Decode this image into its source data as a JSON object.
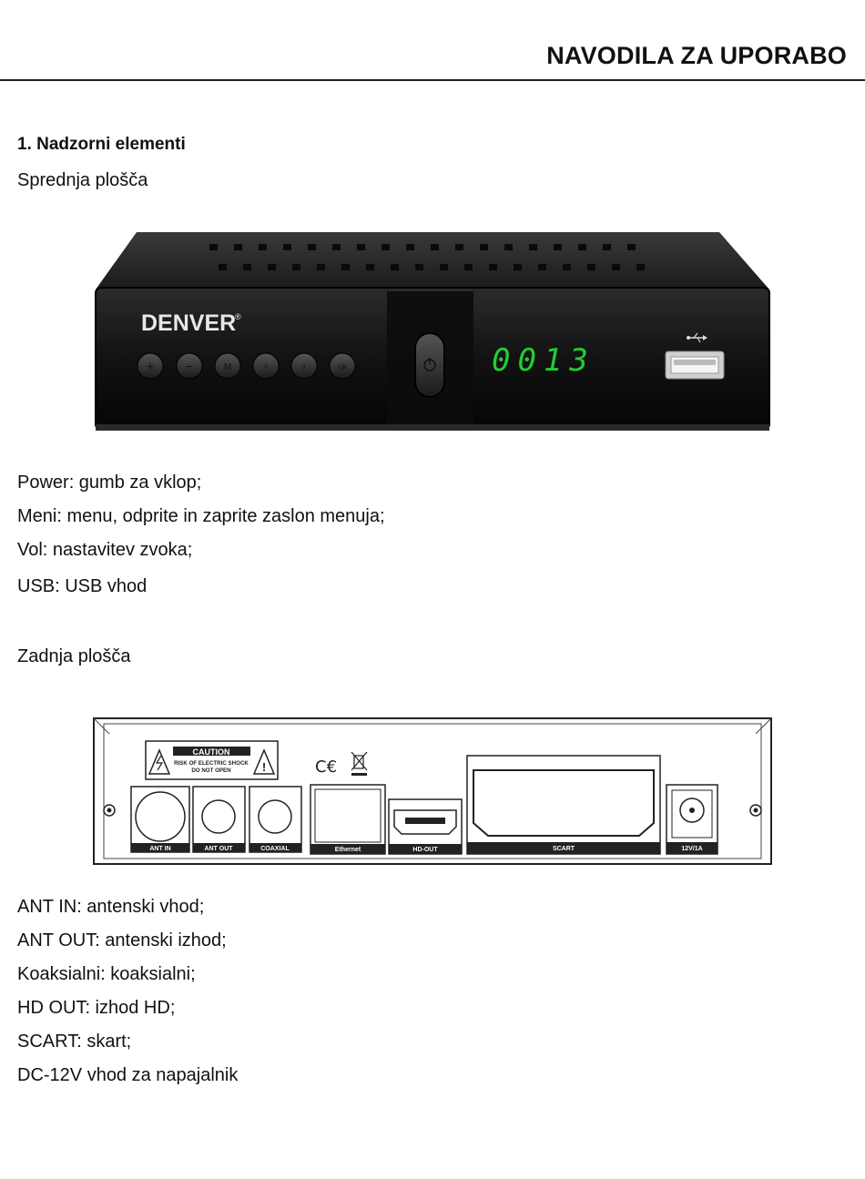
{
  "header": {
    "title": "NAVODILA ZA UPORABO"
  },
  "section": {
    "heading": "1. Nadzorni elementi"
  },
  "front": {
    "subheading": "Sprednja plošča",
    "brand": "DENVER",
    "display": "0013",
    "descriptions": [
      "Power: gumb za vklop;",
      "Meni: menu, odprite in zaprite zaslon menuja;",
      "Vol: nastavitev zvoka;",
      "USB: USB vhod"
    ]
  },
  "rear": {
    "subheading": "Zadnja plošča",
    "caution": {
      "title": "CAUTION",
      "line1": "RISK OF ELECTRIC SHOCK",
      "line2": "DO NOT OPEN"
    },
    "ports": {
      "ant_in": "ANT IN",
      "ant_out": "ANT OUT",
      "coaxial": "COAXIAL",
      "ethernet": "Ethernet",
      "hd_out": "HD-OUT",
      "scart": "SCART",
      "power": "12V/1A"
    },
    "descriptions": [
      "ANT IN: antenski vhod;",
      "ANT OUT: antenski izhod;",
      "Koaksialni: koaksialni;",
      "HD OUT: izhod HD;",
      "SCART: skart;",
      "DC-12V vhod za napajalnik"
    ]
  },
  "icons": [
    "ce-mark-icon",
    "weee-bin-icon",
    "usb-icon",
    "power-icon",
    "warning-icon"
  ]
}
